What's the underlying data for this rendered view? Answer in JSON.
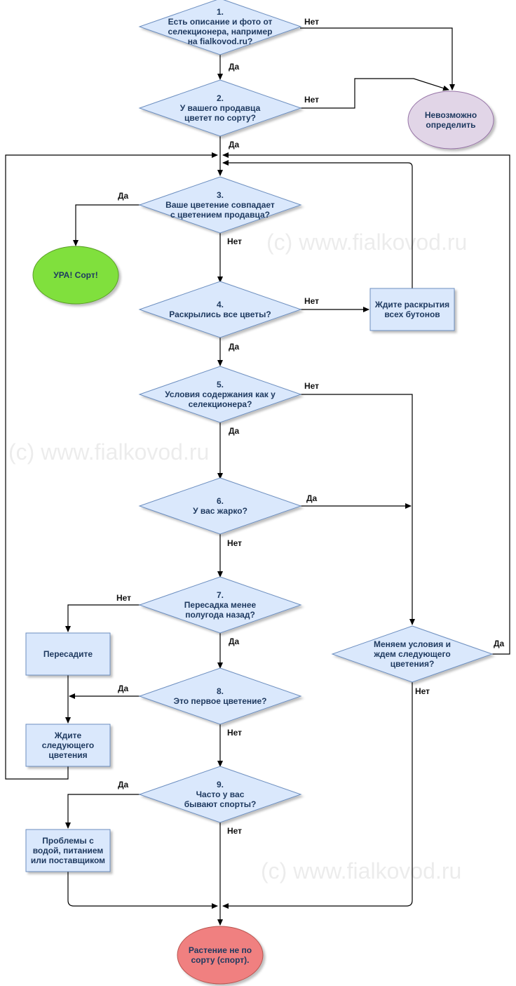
{
  "colors": {
    "decision_fill": "#dae8fc",
    "decision_stroke": "#6c8ebf",
    "ellipse_purple": "#e1d5e7",
    "ellipse_purple_stroke": "#9673a6",
    "ellipse_green": "#80e03c",
    "ellipse_green_stroke": "#5a9e28",
    "ellipse_red": "#f08080",
    "ellipse_red_stroke": "#b85450",
    "text": "#1f3a60"
  },
  "watermark": "(c) www.fialkovod.ru",
  "nodes": {
    "q1": [
      "1.",
      "Есть описание и фото от",
      "селекционера, например",
      "на fialkovod.ru?"
    ],
    "q2": [
      "2.",
      "У вашего продавца",
      "цветет по сорту?"
    ],
    "impossible": [
      "Невозможно",
      "определить"
    ],
    "q3": [
      "3.",
      "Ваше цветение совпадает",
      "с цветением продавца?"
    ],
    "hooray": [
      "УРА! Сорт!"
    ],
    "q4": [
      "4.",
      "Раскрылись все цветы?"
    ],
    "wait_buds": [
      "Ждите раскрытия",
      "всех бутонов"
    ],
    "q5": [
      "5.",
      "Условия содержания как у",
      "селекционера?"
    ],
    "q6": [
      "6.",
      "У вас жарко?"
    ],
    "q7": [
      "7.",
      "Пересадка менее",
      "полугода назад?"
    ],
    "repot": [
      "Пересадите"
    ],
    "change_conditions": [
      "Меняем условия и",
      "ждем следующего",
      "цветения?"
    ],
    "q8": [
      "8.",
      "Это первое цветение?"
    ],
    "wait_next": [
      "Ждите",
      "следующего",
      "цветения"
    ],
    "q9": [
      "9.",
      "Часто у вас",
      "бывают спорты?"
    ],
    "problems": [
      "Проблемы с",
      "водой, питанием",
      "или поставщиком"
    ],
    "not_true": [
      "Растение не по",
      "сорту (спорт)."
    ]
  },
  "edges": {
    "q1_no": "Нет",
    "q1_yes": "Да",
    "q2_no": "Нет",
    "q2_yes": "Да",
    "q3_yes": "Да",
    "q3_no": "Нет",
    "q4_no": "Нет",
    "q4_yes": "Да",
    "q5_no": "Нет",
    "q5_yes": "Да",
    "q6_yes": "Да",
    "q6_no": "Нет",
    "q7_no": "Нет",
    "q7_yes": "Да",
    "change_yes": "Да",
    "change_no": "Нет",
    "q8_yes": "Да",
    "q8_no": "Нет",
    "q9_yes": "Да",
    "q9_no": "Нет"
  }
}
